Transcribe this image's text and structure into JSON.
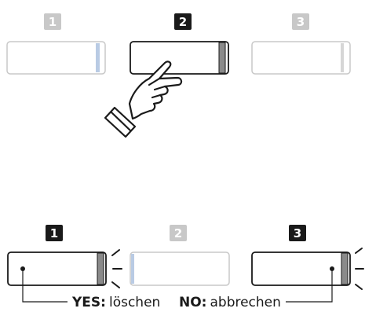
{
  "top_row": {
    "buttons": [
      {
        "number": "1",
        "active": false
      },
      {
        "number": "2",
        "active": true
      },
      {
        "number": "3",
        "active": false
      }
    ]
  },
  "bottom_row": {
    "buttons": [
      {
        "number": "1",
        "active": true,
        "flashing": true
      },
      {
        "number": "2",
        "active": false,
        "flashing": false
      },
      {
        "number": "3",
        "active": true,
        "flashing": true
      }
    ],
    "yes_label": "YES:",
    "yes_text": "löschen",
    "no_label": "NO:",
    "no_text": "abbrechen"
  },
  "colors": {
    "active": "#1a1a1a",
    "inactive": "#c8c8c8",
    "light_bar": "#b9cbe4",
    "dark_bar": "#8a8a8a"
  }
}
